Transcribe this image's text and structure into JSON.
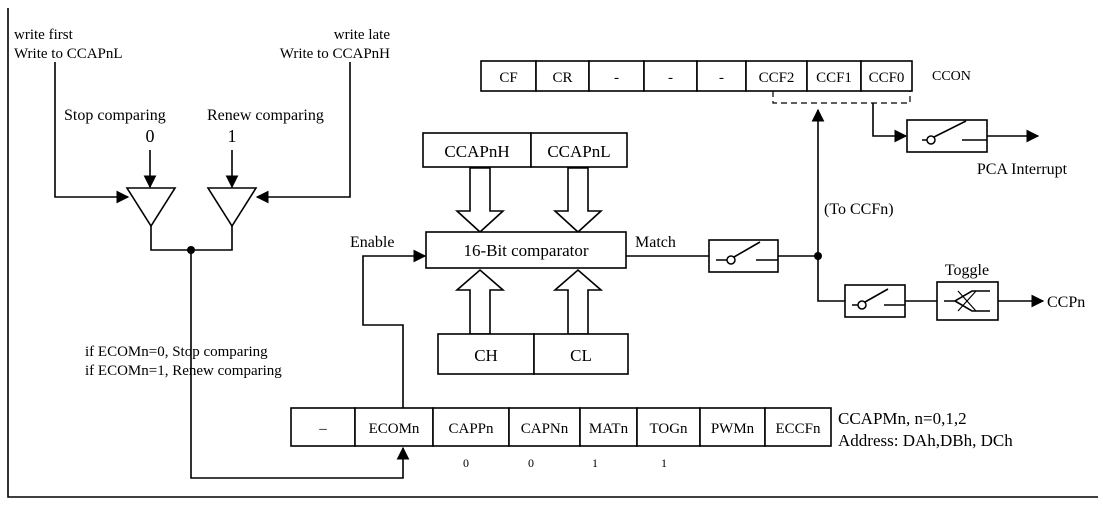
{
  "top_left": {
    "line1": "write first",
    "line2": "Write to CCAPnL"
  },
  "top_right": {
    "line1": "write late",
    "line2": "Write to CCAPnH"
  },
  "stop_label": "Stop comparing",
  "renew_label": "Renew comparing",
  "zero": "0",
  "one": "1",
  "ccon": {
    "cells": [
      "CF",
      "CR",
      "-",
      "-",
      "-",
      "CCF2",
      "CCF1",
      "CCF0"
    ],
    "name": "CCON"
  },
  "comparator": {
    "capnh": "CCAPnH",
    "capnl": "CCAPnL",
    "label": "16-Bit comparator",
    "ch": "CH",
    "cl": "CL"
  },
  "enable_label": "Enable",
  "match_label": "Match",
  "to_ccfn": "(To CCFn)",
  "pca_interrupt": "PCA Interrupt",
  "toggle_label": "Toggle",
  "ccpn_label": "CCPn",
  "ecom_note": {
    "line1": "if ECOMn=0, Stop comparing",
    "line2": "if ECOMn=1, Renew comparing"
  },
  "ccapm": {
    "cells": [
      "–",
      "ECOMn",
      "CAPPn",
      "CAPNn",
      "MATn",
      "TOGn",
      "PWMn",
      "ECCFn"
    ],
    "values": [
      "0",
      "0",
      "1",
      "1"
    ],
    "name": "CCAPMn,  n=0,1,2",
    "address": "Address: DAh,DBh, DCh"
  }
}
